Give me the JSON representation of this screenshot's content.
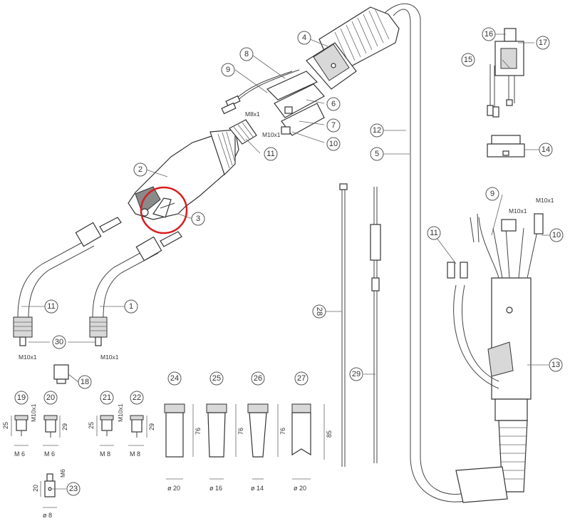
{
  "callouts": {
    "c1": "1",
    "c2": "2",
    "c3": "3",
    "c4": "4",
    "c5": "5",
    "c6": "6",
    "c7": "7",
    "c8": "8",
    "c9": "9",
    "c9b": "9",
    "c10": "10",
    "c10b": "10",
    "c11": "11",
    "c11b": "11",
    "c11c": "11",
    "c12": "12",
    "c13": "13",
    "c14": "14",
    "c15": "15",
    "c16": "16",
    "c17": "17",
    "c18": "18",
    "c19": "19",
    "c20": "20",
    "c21": "21",
    "c22": "22",
    "c23": "23",
    "c24": "24",
    "c25": "25",
    "c26": "26",
    "c27": "27",
    "c28": "28",
    "c29": "29",
    "c30": "30"
  },
  "thread_labels": {
    "m8x1": "M8x1",
    "m10x1_top": "M10x1",
    "m10x1_right": "M10x1",
    "m10x1_left": "M10x1",
    "m10x1_mid": "M10x1",
    "m10x1_19": "M10x1",
    "m10x1_21": "M10x1",
    "m6_23": "M6"
  },
  "dimensions": {
    "d19_h": "25",
    "d19_w": "M 6",
    "d20_h": "29",
    "d20_w": "M 6",
    "d21_h": "25",
    "d21_w": "M 8",
    "d22_h": "29",
    "d22_w": "M 8",
    "d23_h": "20",
    "d23_w": "ø 8",
    "d24_h": "76",
    "d24_w": "ø 20",
    "d25_h": "76",
    "d25_w": "ø 16",
    "d26_h": "76",
    "d26_w": "ø 14",
    "d27_h": "85",
    "d27_w": "ø 20"
  },
  "highlight_color": "#d81e1e"
}
